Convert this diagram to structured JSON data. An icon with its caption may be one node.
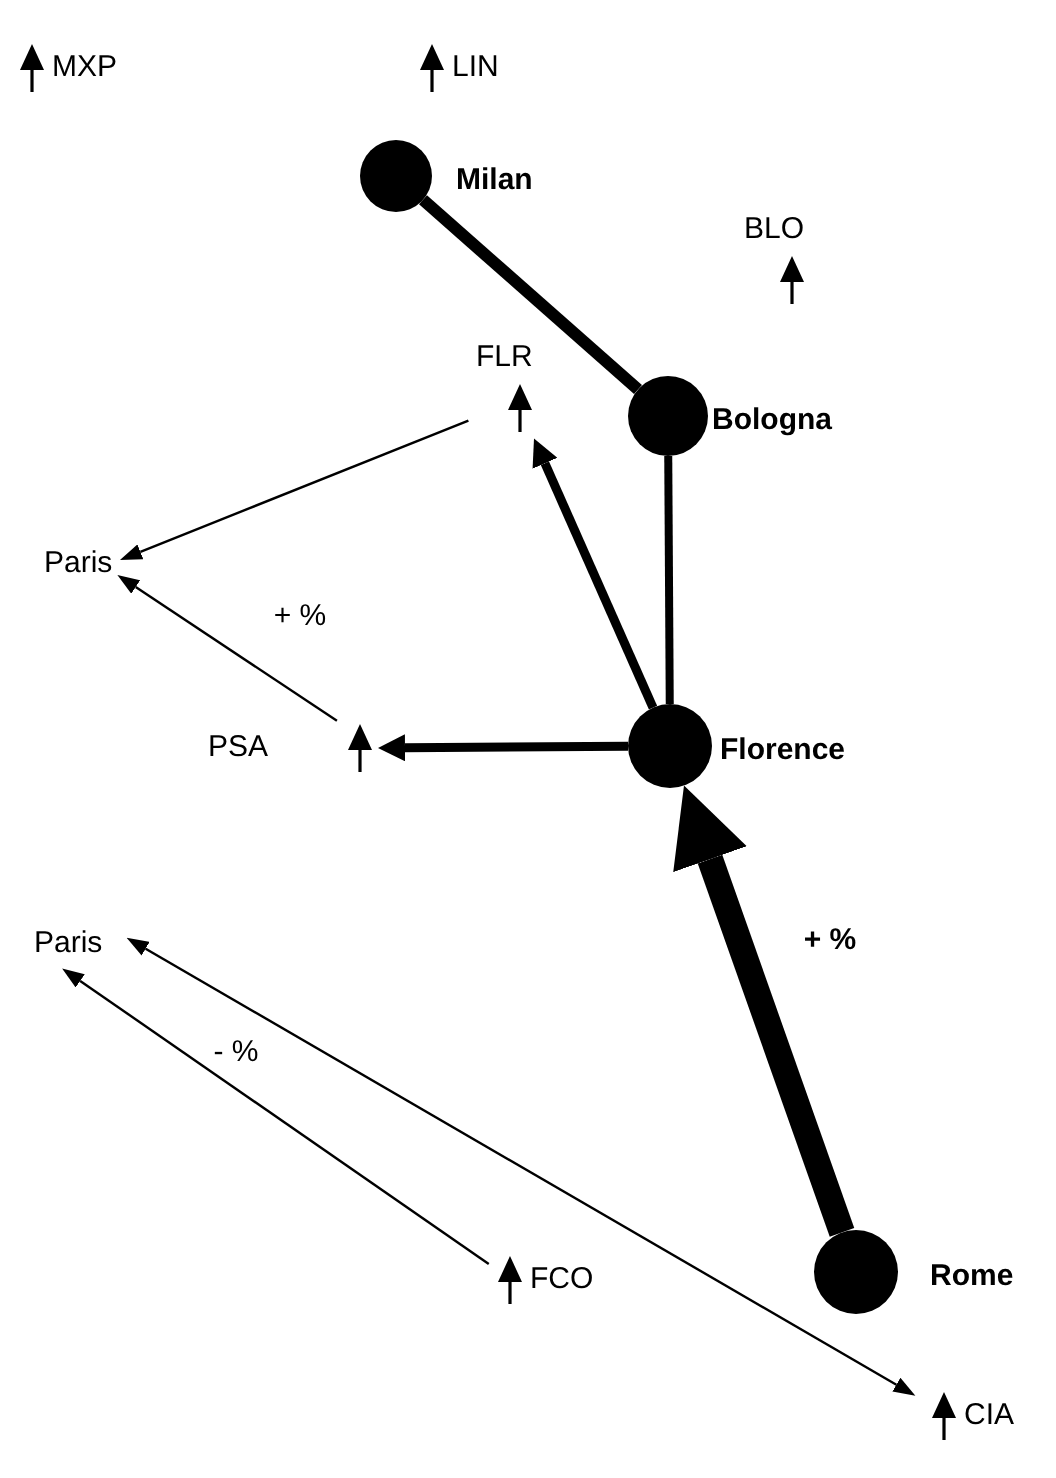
{
  "diagram": {
    "nodes": [
      {
        "text": [
          "MXP"
        ]
      },
      {
        "text": [
          "LIN"
        ]
      },
      {
        "text": [],
        "shape": "circle",
        "beside": [
          "Milan"
        ]
      },
      {
        "text": [
          "BLO"
        ]
      },
      {
        "text": [],
        "shape": "circle",
        "beside": [
          "Bologna"
        ]
      },
      {
        "text": [
          "FLR"
        ]
      },
      {
        "text": [
          "Paris"
        ]
      },
      {
        "text": [
          "PSA"
        ]
      },
      {
        "text": [],
        "shape": "circle",
        "beside": [
          "Florence"
        ]
      },
      {
        "text": [
          "Paris"
        ]
      },
      {
        "text": [],
        "shape": "circle",
        "beside": [
          "Rome"
        ]
      },
      {
        "text": [
          "FCO"
        ]
      },
      {
        "text": [
          "CIA"
        ]
      }
    ],
    "edges": [
      {
        "from": 2,
        "to": 4,
        "arrow": "none"
      },
      {
        "from": 4,
        "to": 8,
        "arrow": "none"
      },
      {
        "from": 8,
        "to": 5,
        "arrow": "to"
      },
      {
        "from": 8,
        "to": 7,
        "arrow": "to"
      },
      {
        "from": 10,
        "to": 8,
        "arrow": "to",
        "style": "thick",
        "label": "+ %"
      },
      {
        "from": 5,
        "to": 6,
        "arrow": "to"
      },
      {
        "from": 7,
        "to": 6,
        "arrow": "to"
      },
      {
        "from": 9,
        "to": 12,
        "arrow": "both"
      },
      {
        "from": 11,
        "to": 9,
        "arrow": "to"
      }
    ],
    "labels": [
      "+ %",
      "- %"
    ]
  }
}
